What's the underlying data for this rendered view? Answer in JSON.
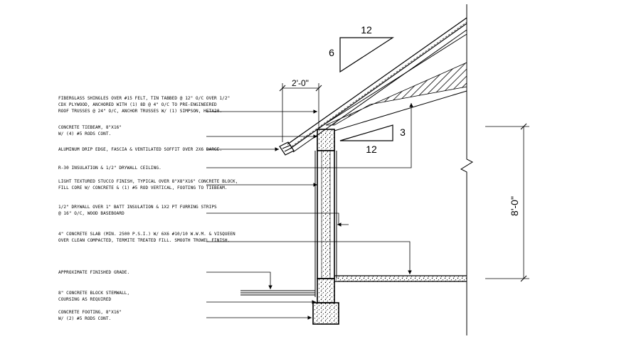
{
  "notes": [
    [
      "FIBERGLASS SHINGLES OVER #15 FELT, TIN TABBED @ 12\" O/C OVER 1/2\"",
      "CDX PLYWOOD, ANCHORED WITH (1) 8D @ 4\" O/C TO PRE-ENGINEERED",
      "ROOF TRUSSES @ 24\" O/C, ANCHOR TRUSSES W/ (1) SIMPSON, HETA20."
    ],
    [
      "CONCRETE TIEBEAM, 8\"X16\"",
      "W/ (4) #5 RODS CONT."
    ],
    [
      "ALUMINUM DRIP EDGE, FASCIA & VENTILATED SOFFIT OVER 2X6 BARGE."
    ],
    [
      "R-30 INSULATION & 1/2\" DRYWALL CEILING."
    ],
    [
      "LIGHT TEXTURED STUCCO FINISH, TYPICAL OVER 8\"X8\"X16\" CONCRETE BLOCK,",
      "FILL CORE W/ CONCRETE & (1) #5 ROD VERTICAL, FOOTING TO TIEBEAM."
    ],
    [
      "1/2\" DRYWALL OVER 1\" BATT INSULATION & 1X2 PT FURRING STRIPS",
      "@ 16\" O/C, WOOD BASEBOARD"
    ],
    [
      "4\" CONCRETE SLAB (MIN. 2500 P.S.I.) W/ 6X6 #10/10 W.W.M. & VISQUEEN",
      "OVER CLEAN COMPACTED, TERMITE TREATED FILL. SMOOTH TROWEL FINISH."
    ],
    [
      "APPROXIMATE FINISHED GRADE."
    ],
    [
      "8\" CONCRETE BLOCK STEMWALL,",
      "COURSING AS REQUIRED"
    ],
    [
      "CONCRETE FOOTING, 8\"X16\"",
      "W/ (2) #5 RODS CONT."
    ]
  ],
  "dimensions": {
    "roof_slope_run": "12",
    "roof_slope_rise": "6",
    "ceiling_slope_rise": "3",
    "ceiling_slope_run": "12",
    "overhang": "2'-0\"",
    "wall_height": "8'-0\""
  }
}
